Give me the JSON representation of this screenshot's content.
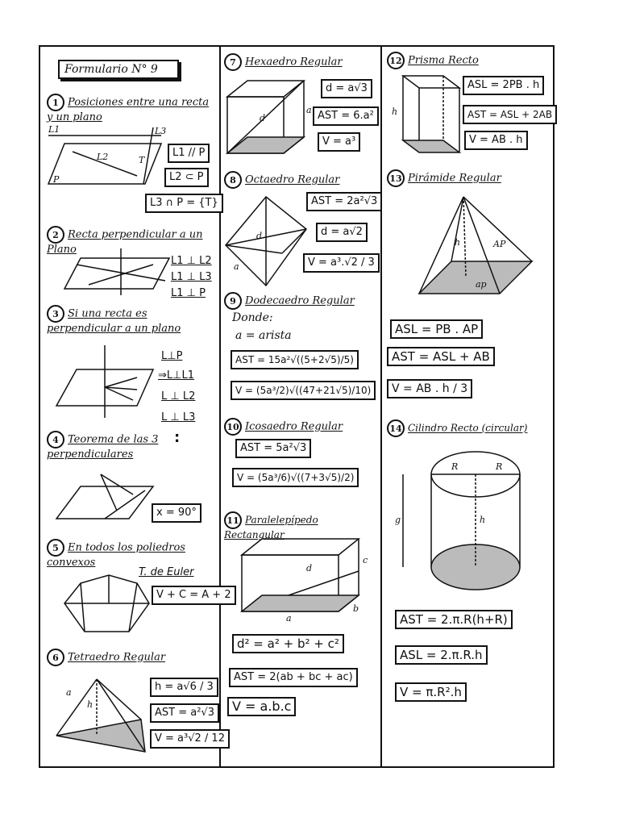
{
  "title": "Formulario N° 9",
  "col1": {
    "s1": {
      "num": "1",
      "heading": "Posiciones entre una recta y un plano",
      "f1": "L1 // P",
      "f2": "L2 ⊂ P",
      "f3": "L3 ∩ P = {T}",
      "labels": {
        "l1": "L1",
        "l2": "L2",
        "l3": "L3",
        "t": "T",
        "p": "P"
      }
    },
    "s2": {
      "num": "2",
      "heading": "Recta perpendicular a un Plano",
      "f": [
        "L1 ⊥ L2",
        "L1 ⊥ L3",
        "L1 ⊥ P"
      ]
    },
    "s3": {
      "num": "3",
      "heading": "Si una recta es perpendicular a un plano",
      "f": [
        "L⊥P",
        "⇒L⊥L1",
        "L ⊥ L2",
        "L ⊥ L3"
      ],
      "dots": ":"
    },
    "s4": {
      "num": "4",
      "heading": "Teorema de las 3 perpendiculares",
      "f": "x = 90°"
    },
    "s5": {
      "num": "5",
      "heading": "En todos los poliedros convexos",
      "sub": "T. de Euler",
      "f": "V + C = A + 2"
    },
    "s6": {
      "num": "6",
      "heading": "Tetraedro Regular",
      "f": [
        "h = a√6 / 3",
        "AST = a²√3",
        "V = a³√2 / 12"
      ],
      "labels": {
        "a": "a",
        "h": "h"
      }
    }
  },
  "col2": {
    "s7": {
      "num": "7",
      "heading": "Hexaedro Regular",
      "f": [
        "d = a√3",
        "AST = 6.a²",
        "V = a³"
      ],
      "labels": {
        "d": "d",
        "a": "a"
      }
    },
    "s8": {
      "num": "8",
      "heading": "Octaedro Regular",
      "f": [
        "AST = 2a²√3",
        "d = a√2",
        "V = a³.√2 / 3"
      ],
      "labels": {
        "d": "d",
        "a": "a"
      }
    },
    "s9": {
      "num": "9",
      "heading": "Dodecaedro Regular",
      "donde": "Donde:",
      "arista": "a = arista",
      "f": [
        "AST = 15a²√((5+2√5)/5)",
        "V = (5a³/2)√((47+21√5)/10)"
      ]
    },
    "s10": {
      "num": "10",
      "heading": "Icosaedro Regular",
      "f": [
        "AST = 5a²√3",
        "V = (5a³/6)√((7+3√5)/2)"
      ]
    },
    "s11": {
      "num": "11",
      "heading": "Paralelepípedo Rectangular",
      "f": [
        "d² = a² + b² + c²",
        "AST = 2(ab + bc + ac)",
        "V = a.b.c"
      ],
      "labels": {
        "a": "a",
        "b": "b",
        "c": "c",
        "d": "d"
      }
    }
  },
  "col3": {
    "s12": {
      "num": "12",
      "heading": "Prisma Recto",
      "f": [
        "ASL = 2PB . h",
        "AST = ASL + 2AB",
        "V = AB . h"
      ],
      "labels": {
        "h": "h"
      }
    },
    "s13": {
      "num": "13",
      "heading": "Pirámide Regular",
      "f": [
        "ASL = PB . AP",
        "AST = ASL + AB",
        "V = AB . h / 3"
      ],
      "labels": {
        "h": "h",
        "ap": "AP",
        "ap2": "ap"
      }
    },
    "s14": {
      "num": "14",
      "heading": "Cilindro Recto (circular)",
      "f": [
        "AST = 2.π.R(h+R)",
        "ASL = 2.π.R.h",
        "V = π.R².h"
      ],
      "labels": {
        "r1": "R",
        "r2": "R",
        "h": "h",
        "g": "g"
      }
    }
  }
}
